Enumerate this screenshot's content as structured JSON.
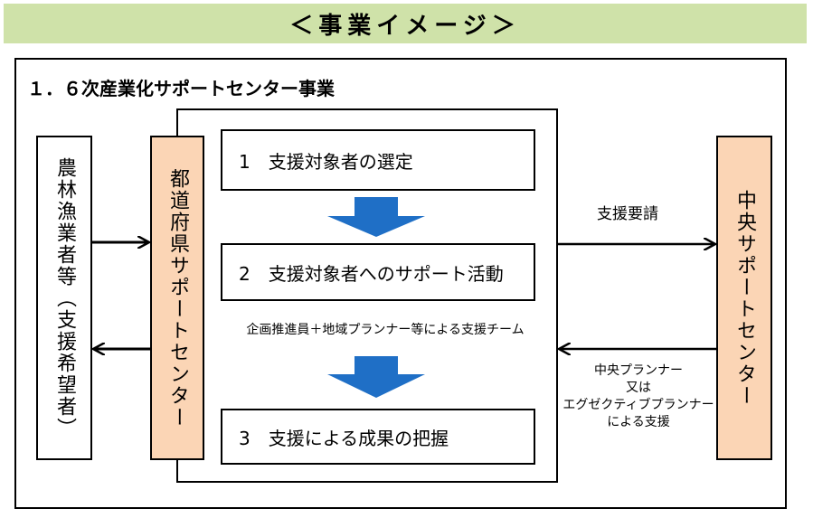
{
  "title": "＜事業イメージ＞",
  "section_title": "１．６次産業化サポートセンター事業",
  "nodes": {
    "farmers": "農林漁業者等（支援希望者）",
    "prefecture_center": "都道府県サポートセンター",
    "central_center": "中央サポートセンター"
  },
  "steps": [
    {
      "label": "1　支援対象者の選定"
    },
    {
      "label": "2　支援対象者へのサポート活動"
    },
    {
      "label": "3　支援による成果の把握"
    }
  ],
  "team_label": "企画推進員＋地域プランナー等による支援チーム",
  "support_request_label": "支援要請",
  "support_note": [
    "中央プランナー",
    "又は",
    "エグゼクティブプランナー",
    "による支援"
  ],
  "colors": {
    "title_bg": "#cfe2a9",
    "center_fill": "#fbd5b5",
    "flow_arrow": "#1f6fc6"
  }
}
